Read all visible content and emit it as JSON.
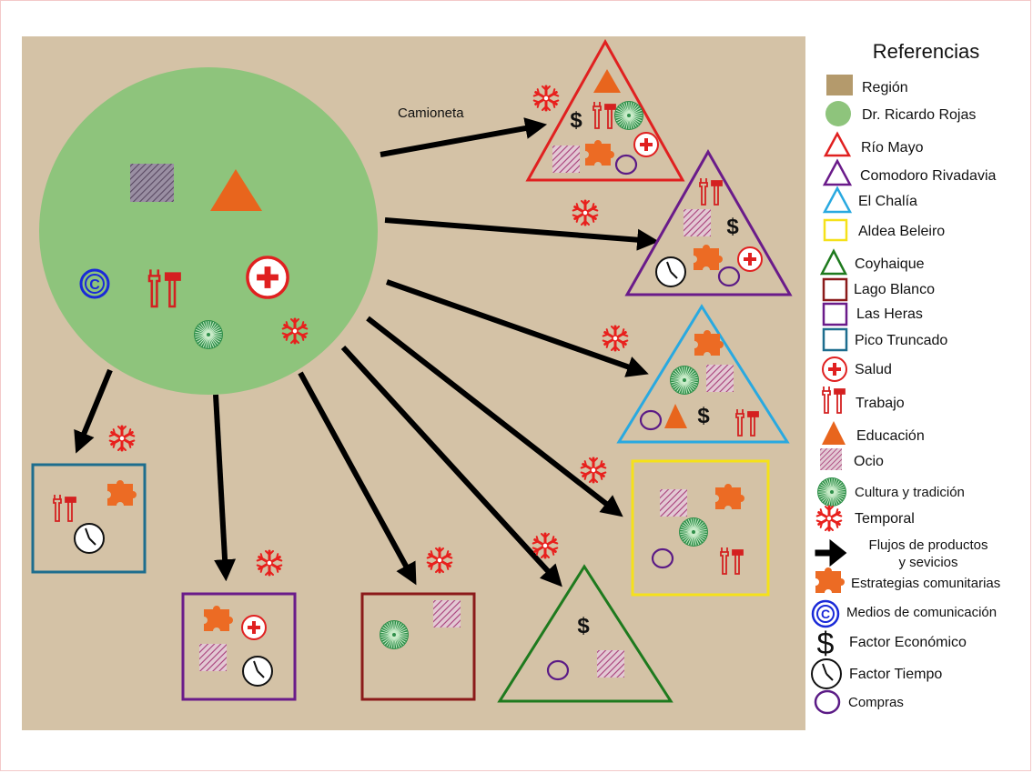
{
  "legend": {
    "title": "Referencias",
    "items": [
      {
        "key": "region",
        "label": "Región"
      },
      {
        "key": "rojas",
        "label": "Dr. Ricardo Rojas"
      },
      {
        "key": "rio_mayo",
        "label": "Río Mayo"
      },
      {
        "key": "comodoro",
        "label": "Comodoro Rivadavia"
      },
      {
        "key": "chalia",
        "label": "El Chalía"
      },
      {
        "key": "aldea",
        "label": "Aldea Beleiro"
      },
      {
        "key": "coyhaique",
        "label": "Coyhaique"
      },
      {
        "key": "lago",
        "label": "Lago Blanco"
      },
      {
        "key": "heras",
        "label": "Las Heras"
      },
      {
        "key": "pico",
        "label": "Pico Truncado"
      },
      {
        "key": "salud",
        "label": "Salud"
      },
      {
        "key": "trabajo",
        "label": "Trabajo"
      },
      {
        "key": "educacion",
        "label": "Educación"
      },
      {
        "key": "ocio",
        "label": "Ocio"
      },
      {
        "key": "cultura",
        "label": "Cultura y tradición"
      },
      {
        "key": "temporal",
        "label": "Temporal"
      },
      {
        "key": "flujos",
        "label": "Flujos de productos\ny sevicios"
      },
      {
        "key": "estrategias",
        "label": "Estrategias comunitarias"
      },
      {
        "key": "medios",
        "label": "Medios de comunicación"
      },
      {
        "key": "economico",
        "label": "Factor Económico"
      },
      {
        "key": "tiempo",
        "label": "Factor Tiempo"
      },
      {
        "key": "compras",
        "label": "Compras"
      }
    ]
  },
  "flow_label": "Camioneta",
  "economic_symbol": "$",
  "copyright_symbol": "C",
  "colors": {
    "region": "#d4c2a6",
    "rojas": "#8ec47c",
    "rio_mayo": "#e02020",
    "comodoro": "#6a1b8a",
    "chalia": "#29a9e0",
    "aldea": "#f5e11a",
    "coyhaique": "#1e7a1e",
    "lago": "#8b1a1a",
    "heras": "#6a1b8a",
    "pico": "#1d6d8e",
    "education": "#e8651d",
    "strategy": "#ec6b24",
    "health": "#e02020",
    "temporal": "#e8201d",
    "leisure": "#a8407a",
    "culture": "#2f8f4a",
    "media": "#1a2ad8",
    "purchases": "#5b1b86"
  }
}
